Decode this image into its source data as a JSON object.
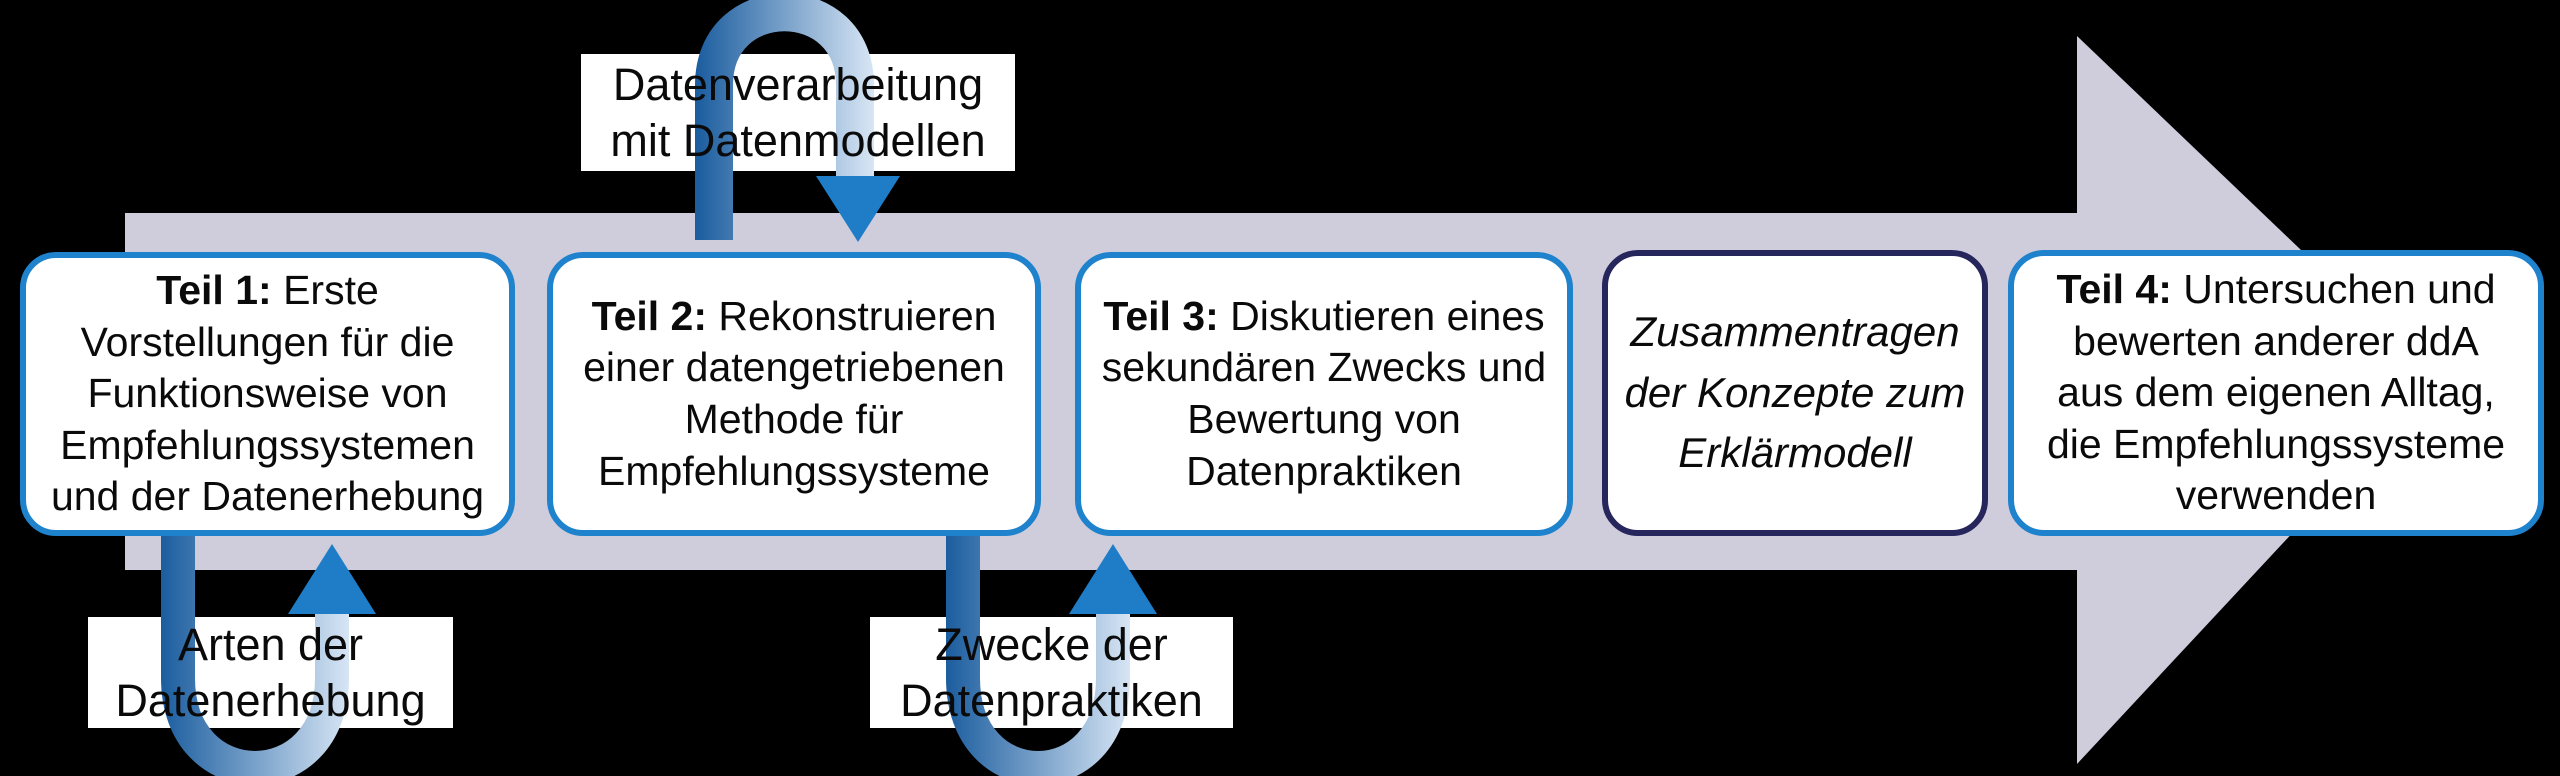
{
  "title": "Unterrichtsreihe Empfehlungssysteme – Ablaufdiagramm",
  "colors": {
    "background": "#000000",
    "band": "#CFCDDC",
    "box_border_blue": "#1E82CC",
    "box_border_navy": "#26265C",
    "loop_dark": "#1A5C9E",
    "loop_light": "#D8E6F5",
    "loop_arrowhead": "#1F7DC8",
    "label_background": "#FFFFFF",
    "text": "#0A0A0A"
  },
  "boxes": [
    {
      "prefix": "Teil 1:",
      "rest": " Erste\nVorstellungen für die\nFunktionsweise von\nEmpfehlungssystemen\nund der Datenerhebung"
    },
    {
      "prefix": "Teil 2:",
      "rest": " Rekonstruieren\neiner datengetriebenen\nMethode für\nEmpfehlungssysteme"
    },
    {
      "prefix": "Teil 3:",
      "rest": " Diskutieren eines\nsekundären Zwecks und\nBewertung von\nDatenpraktiken"
    },
    {
      "prefix": "",
      "rest": "Zusammentragen\nder Konzepte zum\nErklärmodell"
    },
    {
      "prefix": "Teil 4:",
      "rest": " Untersuchen und\nbewerten anderer ddA\naus dem eigenen Alltag,\ndie Empfehlungssysteme\nverwenden"
    }
  ],
  "loop_labels": [
    {
      "position": "top",
      "text": "Datenverarbeitung\nmit Datenmodellen"
    },
    {
      "position": "bottom-left",
      "text": "Arten der\nDatenerhebung"
    },
    {
      "position": "bottom-middle",
      "text": "Zwecke der\nDatenpraktiken"
    }
  ]
}
